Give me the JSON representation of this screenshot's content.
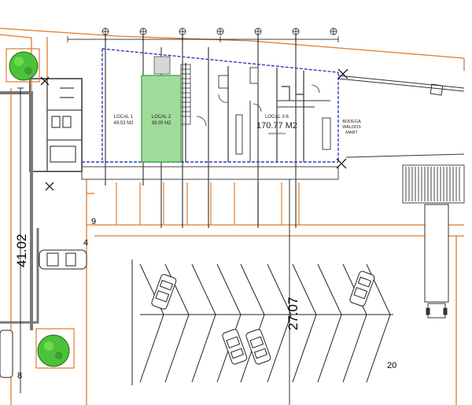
{
  "units": {
    "local1": {
      "name": "LOCAL 1",
      "area": "49.53 M2"
    },
    "local2": {
      "name": "LOCAL 2",
      "area": "39.05 M2"
    },
    "local36": {
      "name": "LOCAL 3-6",
      "area": "170.77 M2",
      "note": "MAIN AREA"
    },
    "bodega": {
      "line1": "BODEGA",
      "line2": "WALDOS",
      "line3": "MART"
    }
  },
  "dimensions": {
    "left_vertical": "41.02",
    "center_vertical": "27.07"
  },
  "parking_numbers": {
    "n9": "9",
    "n4": "4",
    "n8": "8",
    "n20": "20"
  },
  "colors": {
    "wall": "#555555",
    "boundary": "#e07b2a",
    "highlight": "#9fdc9a",
    "highlight_edge": "#3a9c3a",
    "dashed": "#2b3fbf",
    "tree": "#4cc23a"
  },
  "icons": [
    "tree-icon",
    "car-icon",
    "truck-icon",
    "grid-axis-marker-icon",
    "cross-mark-icon"
  ]
}
